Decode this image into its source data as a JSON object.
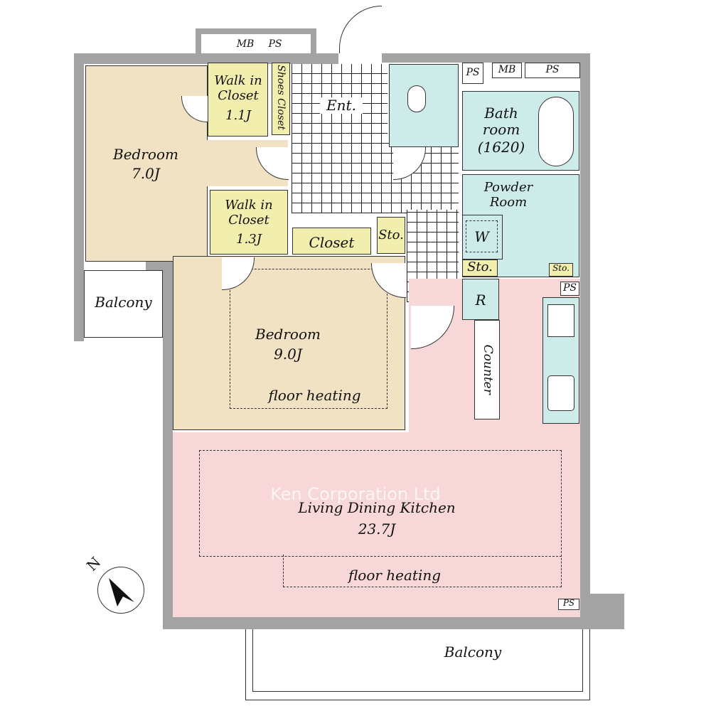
{
  "rooms": {
    "bedroom1": {
      "name": "Bedroom",
      "size": "7.0J"
    },
    "wic1": {
      "name": "Walk in Closet",
      "size": "1.1J"
    },
    "shoes": "Shoes Closet",
    "entrance": "Ent.",
    "bath": {
      "name": "Bath room",
      "size": "(1620)"
    },
    "powder": "Powder Room",
    "wic2": {
      "name": "Walk in Closet",
      "size": "1.3J"
    },
    "closet": "Closet",
    "sto": "Sto.",
    "washer": "W",
    "sto2": "Sto.",
    "sto3": "Sto.",
    "fridge": "R",
    "counter": "Counter",
    "balcony_left": "Balcony",
    "bedroom2": {
      "name": "Bedroom",
      "size": "9.0J",
      "note": "floor heating"
    },
    "ldk": {
      "name": "Living Dining Kitchen",
      "size": "23.7J",
      "note": "floor heating"
    },
    "balcony_bottom": "Balcony"
  },
  "utilities": {
    "mb1": "MB",
    "ps1": "PS",
    "ps2": "PS",
    "mb2": "MB",
    "ps3": "PS",
    "ps4": "PS",
    "ps5": "PS"
  },
  "compass": "N",
  "watermark": "Ken Corporation Ltd",
  "colors": {
    "wall": "#a3a3a3",
    "bedroom": "#f2e2c4",
    "closet": "#f2eeae",
    "wet": "#ccebe9",
    "ldk": "#f7d7d7"
  }
}
